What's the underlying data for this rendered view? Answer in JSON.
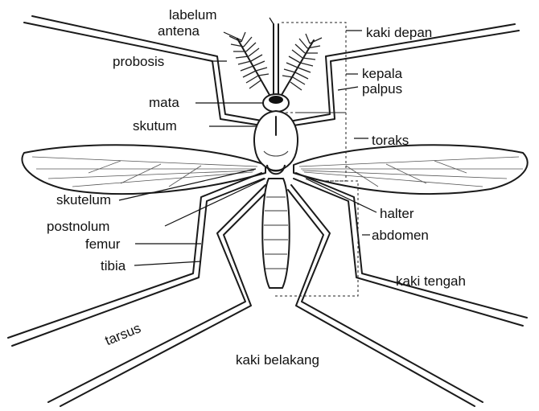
{
  "labels": {
    "labelum": "labelum",
    "antena": "antena",
    "kaki_depan": "kaki depan",
    "probosis": "probosis",
    "kepala": "kepala",
    "palpus": "palpus",
    "mata": "mata",
    "skutum": "skutum",
    "toraks": "toraks",
    "skutelum": "skutelum",
    "postnolum": "postnolum",
    "femur": "femur",
    "tibia": "tibia",
    "halter": "halter",
    "abdomen": "abdomen",
    "kaki_tengah": "kaki tengah",
    "tarsus": "tarsus",
    "kaki_belakang": "kaki belakang"
  }
}
